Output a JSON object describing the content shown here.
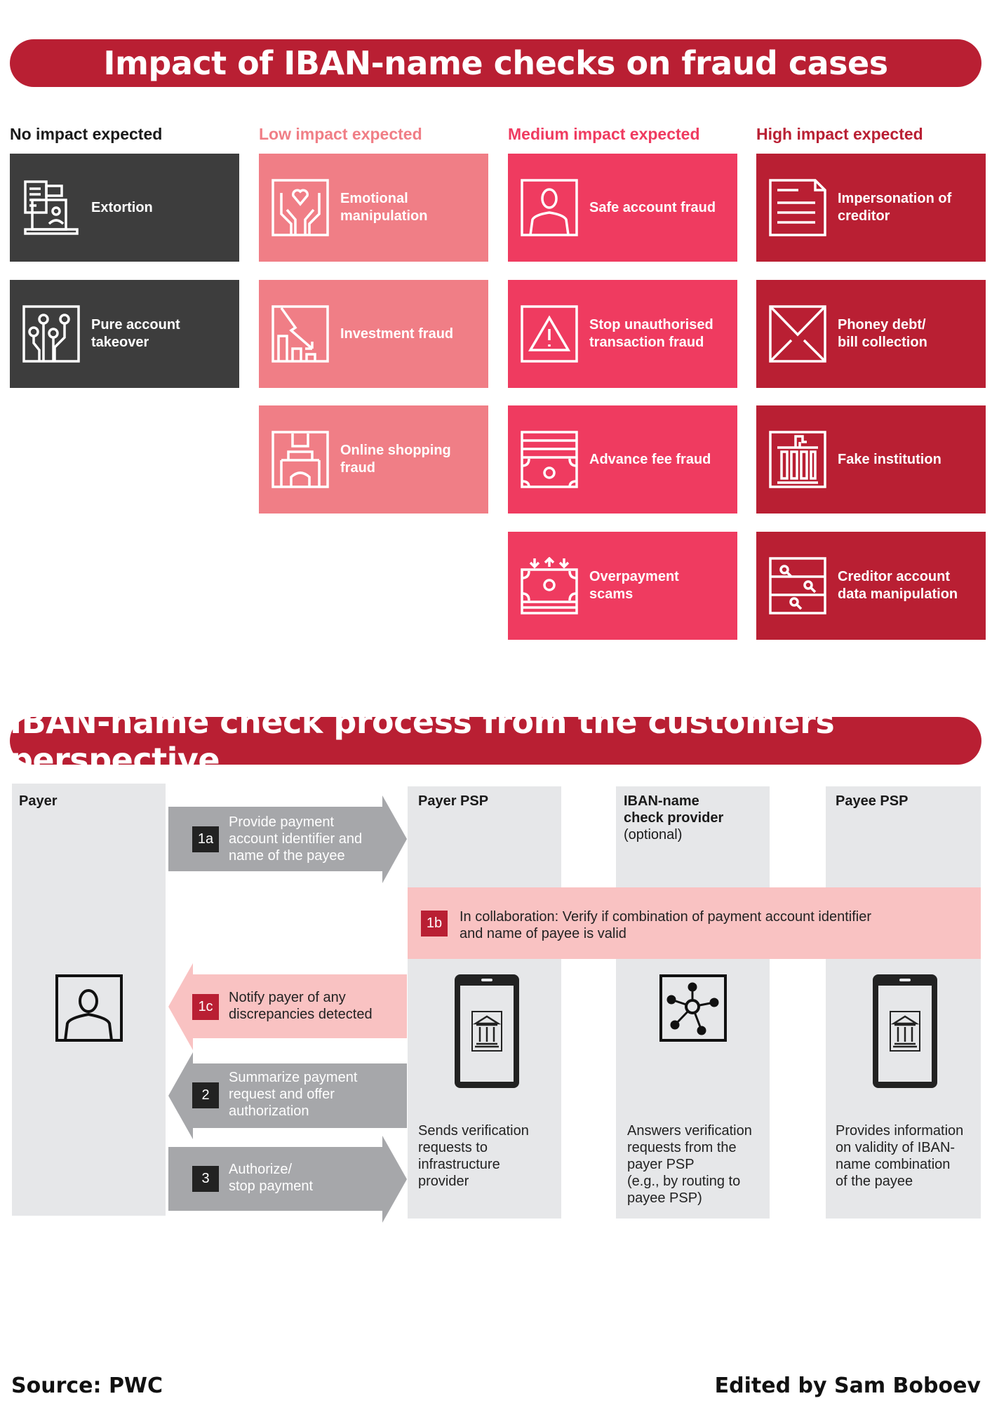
{
  "colors": {
    "title": "#b91f33",
    "none": "#3d3d3d",
    "low": "#f07e86",
    "medium": "#ef3b60",
    "high": "#b91f33",
    "lane": "#e6e7e9",
    "pink": "#f9c2c2",
    "grey_arrow": "#a6a7aa",
    "badge_dark": "#222222"
  },
  "impact": {
    "title": "Impact of IBAN-name checks on fraud cases",
    "columns": [
      {
        "heading": "No impact expected",
        "color": "#1a1a1a",
        "fill": "#3d3d3d",
        "tiles": [
          {
            "label": "Extortion",
            "icon": "building-person-icon"
          },
          {
            "label": "Pure account\ntakeover",
            "icon": "circuit-icon"
          }
        ]
      },
      {
        "heading": "Low impact expected",
        "color": "#f07e86",
        "fill": "#f07e86",
        "tiles": [
          {
            "label": "Emotional\nmanipulation",
            "icon": "hands-heart-icon"
          },
          {
            "label": "Investment fraud",
            "icon": "falling-chart-icon"
          },
          {
            "label": "Online shopping\nfraud",
            "icon": "shop-icon"
          }
        ]
      },
      {
        "heading": "Medium impact expected",
        "color": "#ef3b60",
        "fill": "#ef3b60",
        "tiles": [
          {
            "label": "Safe account fraud",
            "icon": "person-icon"
          },
          {
            "label": "Stop unauthorised\ntransaction fraud",
            "icon": "warning-icon"
          },
          {
            "label": "Advance fee fraud",
            "icon": "banknote-icon"
          },
          {
            "label": "Overpayment\nscams",
            "icon": "banknote-arrows-icon"
          }
        ]
      },
      {
        "heading": "High impact expected",
        "color": "#b91f33",
        "fill": "#b91f33",
        "tiles": [
          {
            "label": "Impersonation of\ncreditor",
            "icon": "document-icon"
          },
          {
            "label": "Phoney debt/\nbill collection",
            "icon": "envelope-icon"
          },
          {
            "label": "Fake institution",
            "icon": "institution-icon"
          },
          {
            "label": "Creditor account\ndata manipulation",
            "icon": "data-search-icon"
          }
        ]
      }
    ]
  },
  "process": {
    "title": "IBAN-name check process from the customers perspective",
    "lanes": {
      "payer": {
        "title": "Payer"
      },
      "payer_psp": {
        "title": "Payer PSP",
        "desc": "Sends verification\nrequests to\ninfrastructure\nprovider"
      },
      "provider": {
        "title": "IBAN-name\ncheck provider",
        "subtitle": "(optional)",
        "desc": "Answers verification\nrequests from the\npayer PSP\n(e.g., by routing to\npayee PSP)"
      },
      "payee_psp": {
        "title": "Payee PSP",
        "desc": "Provides information\non validity of IBAN-\nname combination\nof the payee"
      }
    },
    "steps": [
      {
        "num": "1a",
        "text": "Provide payment\naccount identifier and\nname of the payee",
        "direction": "right"
      },
      {
        "num": "1b",
        "text": "In collaboration: Verify if combination of payment account identifier\nand name of payee is valid",
        "direction": "band"
      },
      {
        "num": "1c",
        "text": "Notify payer of any\ndiscrepancies detected",
        "direction": "left"
      },
      {
        "num": "2",
        "text": "Summarize payment\nrequest and offer\nauthorization",
        "direction": "left"
      },
      {
        "num": "3",
        "text": "Authorize/\nstop payment",
        "direction": "right"
      }
    ]
  },
  "footer": {
    "source": "Source: PWC",
    "credit": "Edited by Sam Boboev"
  }
}
